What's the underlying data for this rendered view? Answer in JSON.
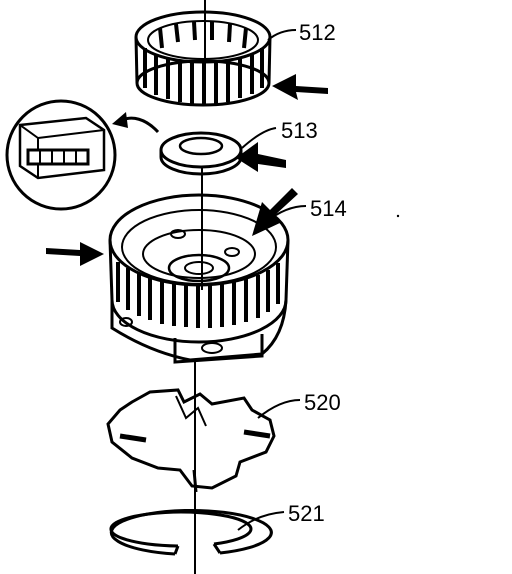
{
  "diagram": {
    "parts": [
      {
        "id": "ring-gear",
        "label": "512"
      },
      {
        "id": "thrust-washer",
        "label": "513"
      },
      {
        "id": "carrier-drum",
        "label": "514"
      },
      {
        "id": "retainer-plate",
        "label": "520"
      },
      {
        "id": "snap-ring",
        "label": "521"
      }
    ],
    "colors": {
      "line": "#000000",
      "fill": "#ffffff"
    }
  }
}
